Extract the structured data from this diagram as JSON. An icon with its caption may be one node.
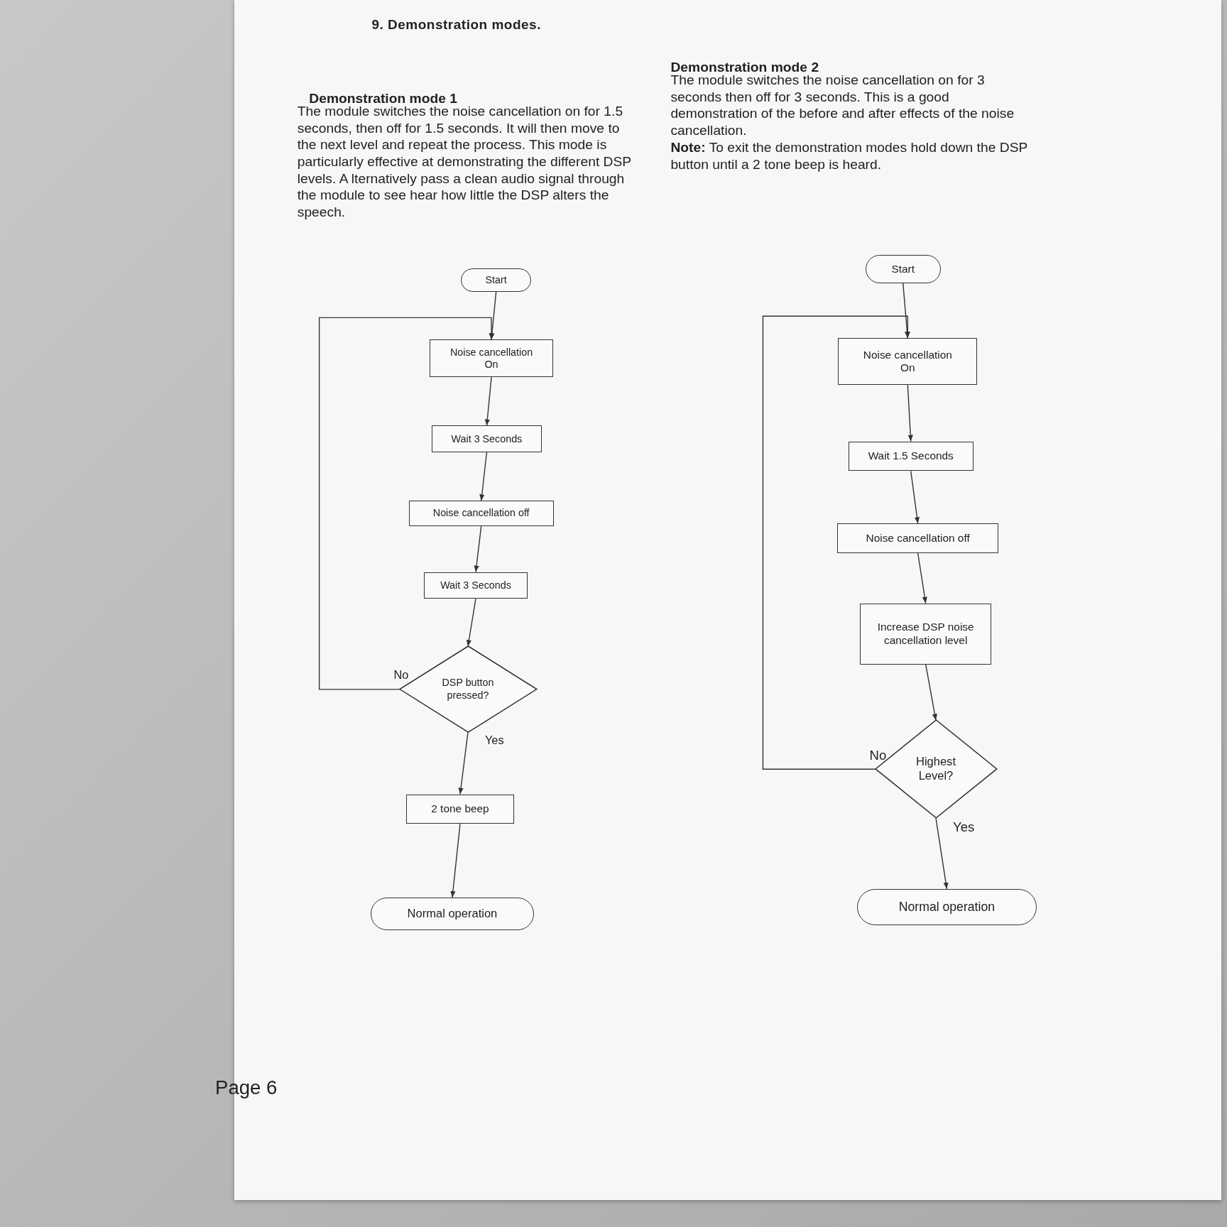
{
  "diagram": {
    "title": "9. Demonstration modes.",
    "nodes": [
      {
        "text": [
          "Start"
        ]
      },
      {
        "text": [
          "Noise cancellation On"
        ]
      },
      {
        "text": [
          "Wait 3 Seconds"
        ]
      },
      {
        "text": [
          "Noise cancellation off"
        ]
      },
      {
        "text": [
          "Wait 3 Seconds"
        ]
      },
      {
        "text": [
          "DSP button pressed?"
        ]
      },
      {
        "text": [
          "2 tone beep"
        ]
      },
      {
        "text": [
          "Normal operation"
        ]
      },
      {
        "text": [
          "Start"
        ]
      },
      {
        "text": [
          "Noise cancellation On"
        ]
      },
      {
        "text": [
          "Wait 1.5 Seconds"
        ]
      },
      {
        "text": [
          "Noise cancellation off"
        ]
      },
      {
        "text": [
          "Increase DSP noise cancellation level"
        ]
      },
      {
        "text": [
          "Highest Level?"
        ]
      },
      {
        "text": [
          "Normal operation"
        ]
      }
    ],
    "edges": [
      {
        "from": 0,
        "to": 1,
        "arrow": "to"
      },
      {
        "from": 1,
        "to": 2,
        "arrow": "to"
      },
      {
        "from": 2,
        "to": 3,
        "arrow": "to"
      },
      {
        "from": 3,
        "to": 4,
        "arrow": "to"
      },
      {
        "from": 4,
        "to": 5,
        "arrow": "to"
      },
      {
        "from": 5,
        "to": 1,
        "arrow": "to",
        "label": "No"
      },
      {
        "from": 5,
        "to": 6,
        "arrow": "to",
        "label": "Yes"
      },
      {
        "from": 6,
        "to": 7,
        "arrow": "to"
      },
      {
        "from": 8,
        "to": 9,
        "arrow": "to"
      },
      {
        "from": 9,
        "to": 10,
        "arrow": "to"
      },
      {
        "from": 10,
        "to": 11,
        "arrow": "to"
      },
      {
        "from": 11,
        "to": 12,
        "arrow": "to"
      },
      {
        "from": 12,
        "to": 13,
        "arrow": "to"
      },
      {
        "from": 13,
        "to": 9,
        "arrow": "to",
        "label": "No"
      },
      {
        "from": 13,
        "to": 14,
        "arrow": "to",
        "label": "Yes"
      }
    ],
    "labels": [
      "Demonstration mode 1",
      "The module switches the noise cancellation on for 1.5 seconds, then off for 1.5 seconds. It will then move to the next level and repeat the process. This mode is particularly effective at demonstrating the different DSP levels. A lternatively pass a clean audio signal through the module to see hear how little the DSP alters the speech.",
      "Demonstration mode 2",
      "The module switches the noise cancellation on for 3 seconds then off for 3 seconds. This is a good demonstration of the before and after effects of the noise cancellation.",
      "**Note:** To exit the demonstration modes hold down the DSP button until a 2 tone beep is heard.",
      "Page 6"
    ]
  }
}
